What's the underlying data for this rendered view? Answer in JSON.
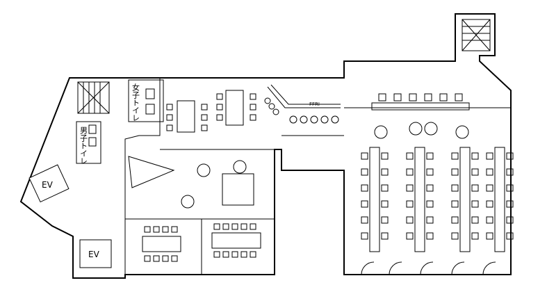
{
  "rooms": {
    "womens_restroom": "女子トイレ",
    "mens_restroom": "男子トイレ",
    "elevator_1": "EV",
    "elevator_2": "EV",
    "reception_sign": "FFRI"
  },
  "colors": {
    "line": "#000000",
    "background": "#ffffff"
  }
}
